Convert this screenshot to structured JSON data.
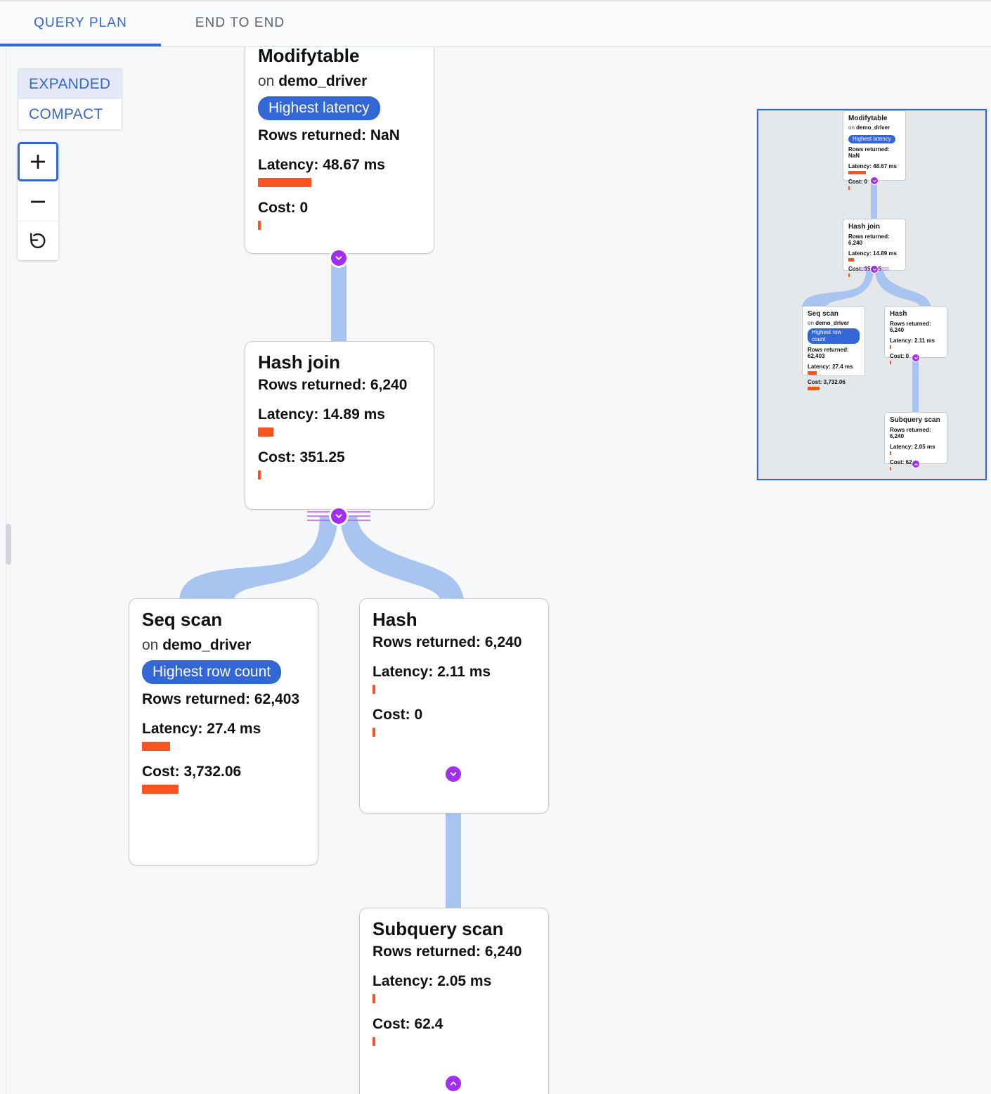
{
  "tabs": [
    {
      "label": "QUERY PLAN",
      "active": true
    },
    {
      "label": "END TO END",
      "active": false
    }
  ],
  "mode_toggle": {
    "options": [
      {
        "label": "EXPANDED",
        "selected": true
      },
      {
        "label": "COMPACT",
        "selected": false
      }
    ]
  },
  "zoom_controls": {
    "zoom_in": "+",
    "zoom_out": "−",
    "reset": "reset-icon"
  },
  "colors": {
    "accent_blue": "#3367d6",
    "badge_blue": "#3367d6",
    "metric_orange": "#f9541f",
    "edge_blue": "#a8c4f0",
    "chevron_purple": "#a22ef0",
    "minimap_bg": "#e5e8eb",
    "minimap_border": "#2d6ad4",
    "canvas_bg": "#f7f8fa"
  },
  "graph": {
    "nodes": [
      {
        "id": "modifytable",
        "title": "Modifytable",
        "on_prefix": "on",
        "on_table": "demo_driver",
        "badge": "Highest latency",
        "rows_label": "Rows returned: NaN",
        "latency_label": "Latency: 48.67 ms",
        "latency_bar_pct": 32,
        "cost_label": "Cost: 0",
        "cost_bar_pct": 1.5,
        "chevron": "chevron-down"
      },
      {
        "id": "hashjoin",
        "title": "Hash join",
        "rows_label": "Rows returned: 6,240",
        "latency_label": "Latency: 14.89 ms",
        "latency_bar_pct": 8,
        "cost_label": "Cost: 351.25",
        "cost_bar_pct": 1.5,
        "chevron": "chevron-down"
      },
      {
        "id": "seqscan",
        "title": "Seq scan",
        "on_prefix": "on",
        "on_table": "demo_driver",
        "badge": "Highest row count",
        "rows_label": "Rows returned: 62,403",
        "latency_label": "Latency: 27.4 ms",
        "latency_bar_pct": 15,
        "cost_label": "Cost: 3,732.06",
        "cost_bar_pct": 22,
        "chevron": null
      },
      {
        "id": "hash",
        "title": "Hash",
        "rows_label": "Rows returned: 6,240",
        "latency_label": "Latency: 2.11 ms",
        "latency_bar_pct": 1.5,
        "cost_label": "Cost: 0",
        "cost_bar_pct": 1.5,
        "chevron": "chevron-down"
      },
      {
        "id": "subqueryscan",
        "title": "Subquery scan",
        "rows_label": "Rows returned: 6,240",
        "latency_label": "Latency: 2.05 ms",
        "latency_bar_pct": 1.5,
        "cost_label": "Cost: 62.4",
        "cost_bar_pct": 1.5,
        "chevron": "chevron-up"
      }
    ],
    "edges": [
      {
        "from": "modifytable",
        "to": "hashjoin"
      },
      {
        "from": "hashjoin",
        "to": "seqscan"
      },
      {
        "from": "hashjoin",
        "to": "hash"
      },
      {
        "from": "hash",
        "to": "subqueryscan"
      }
    ]
  },
  "minimap": {
    "nodes": [
      {
        "id": "modifytable",
        "title": "Modifytable",
        "on_prefix": "on",
        "on_table": "demo_driver",
        "badge": "Highest latency",
        "rows_label": "Rows returned: NaN",
        "latency_label": "Latency: 48.67 ms",
        "cost_label": "Cost: 0"
      },
      {
        "id": "hashjoin",
        "title": "Hash join",
        "rows_label": "Rows returned: 6,240",
        "latency_label": "Latency: 14.89 ms",
        "cost_label": "Cost: 351.25"
      },
      {
        "id": "seqscan",
        "title": "Seq scan",
        "on_prefix": "on",
        "on_table": "demo_driver",
        "badge": "Highest row count",
        "rows_label": "Rows returned: 62,403",
        "latency_label": "Latency: 27.4 ms",
        "cost_label": "Cost: 3,732.06"
      },
      {
        "id": "hash",
        "title": "Hash",
        "rows_label": "Rows returned: 6,240",
        "latency_label": "Latency: 2.11 ms",
        "cost_label": "Cost: 0"
      },
      {
        "id": "subqueryscan",
        "title": "Subquery scan",
        "rows_label": "Rows returned: 6,240",
        "latency_label": "Latency: 2.05 ms",
        "cost_label": "Cost: 62.4"
      }
    ]
  }
}
